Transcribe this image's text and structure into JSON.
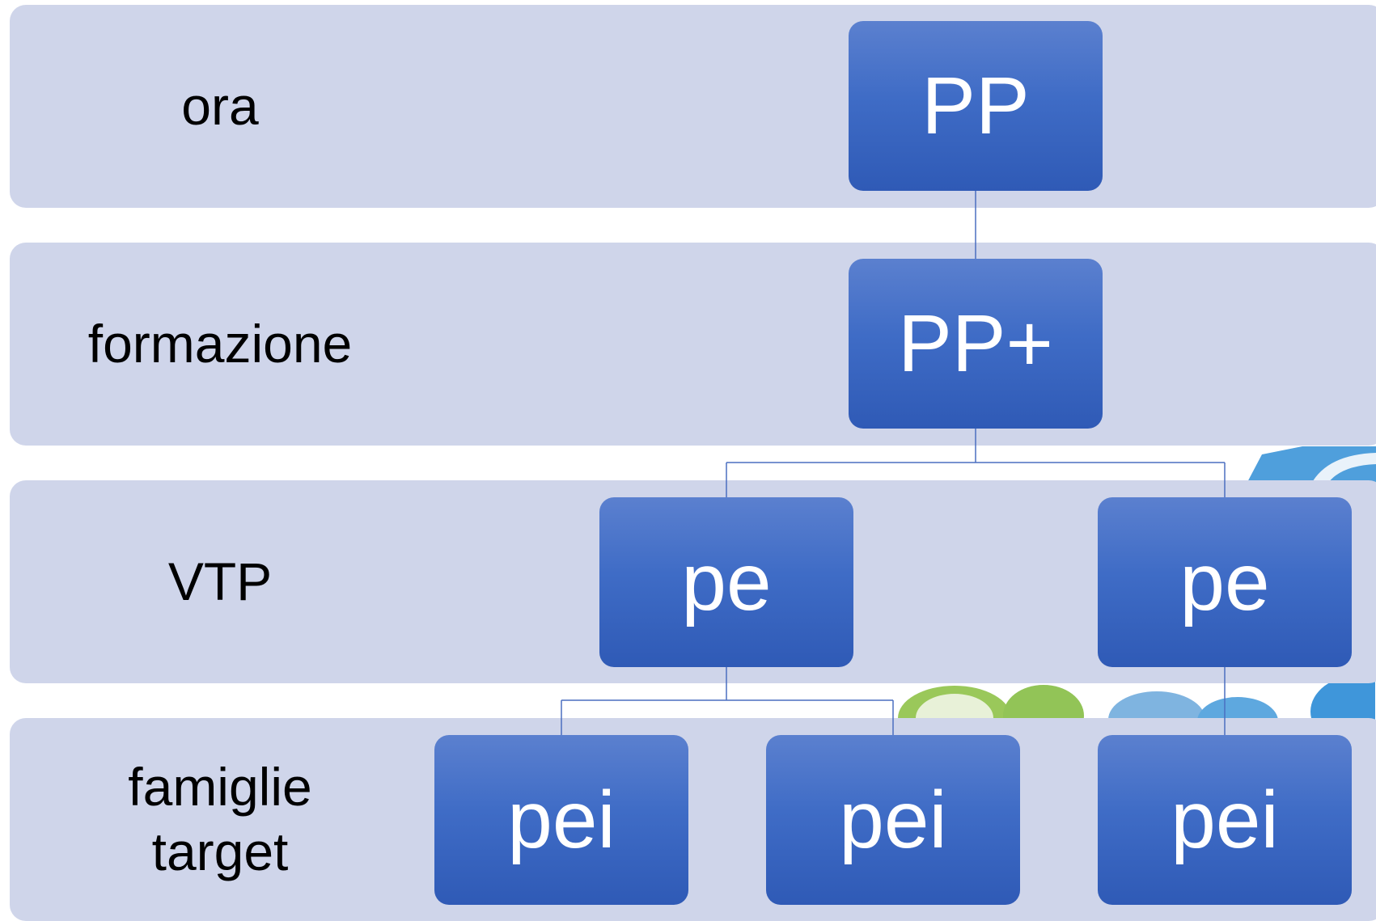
{
  "levels": [
    {
      "id": "ora",
      "label": "ora"
    },
    {
      "id": "formazione",
      "label": "formazione"
    },
    {
      "id": "vtp",
      "label": "VTP"
    },
    {
      "id": "famiglie",
      "label": "famiglie\ntarget"
    }
  ],
  "nodes": {
    "root": "PP",
    "level2": "PP+",
    "pe_left": "pe",
    "pe_right": "pe",
    "pei_1": "pei",
    "pei_2": "pei",
    "pei_3": "pei"
  },
  "colors": {
    "band": "#cfd5ea",
    "node_top": "#5b80cf",
    "node_bottom": "#2f5ab6",
    "connector": "#4a6fc0",
    "node_text": "#ffffff"
  }
}
